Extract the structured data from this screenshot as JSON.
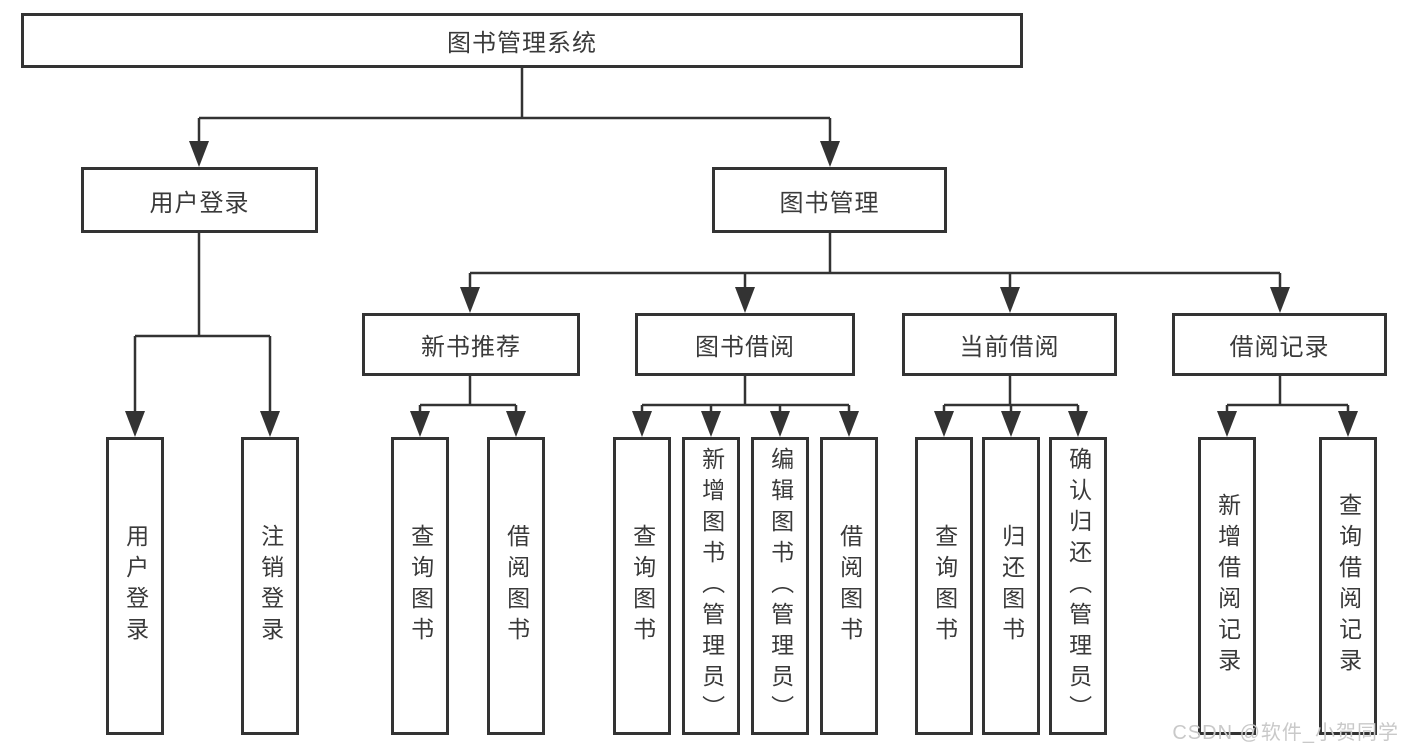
{
  "tree": {
    "label": "图书管理系统",
    "children": [
      {
        "label": "用户登录",
        "children": [
          {
            "label": "用户登录"
          },
          {
            "label": "注销登录"
          }
        ]
      },
      {
        "label": "图书管理",
        "children": [
          {
            "label": "新书推荐",
            "children": [
              {
                "label": "查询图书"
              },
              {
                "label": "借阅图书"
              }
            ]
          },
          {
            "label": "图书借阅",
            "children": [
              {
                "label": "查询图书"
              },
              {
                "label": "新增图书（管理员）"
              },
              {
                "label": "编辑图书（管理员）"
              },
              {
                "label": "借阅图书"
              }
            ]
          },
          {
            "label": "当前借阅",
            "children": [
              {
                "label": "查询图书"
              },
              {
                "label": "归还图书"
              },
              {
                "label": "确认归还（管理员）"
              }
            ]
          },
          {
            "label": "借阅记录",
            "children": [
              {
                "label": "新增借阅记录"
              },
              {
                "label": "查询借阅记录"
              }
            ]
          }
        ]
      }
    ]
  },
  "watermark": {
    "text": "CSDN @软件_小贺同学"
  },
  "colors": {
    "line": "#333333",
    "box_border": "#333333",
    "text": "#3a3a3a",
    "watermark": "#c9c9c9",
    "background": "#ffffff"
  }
}
